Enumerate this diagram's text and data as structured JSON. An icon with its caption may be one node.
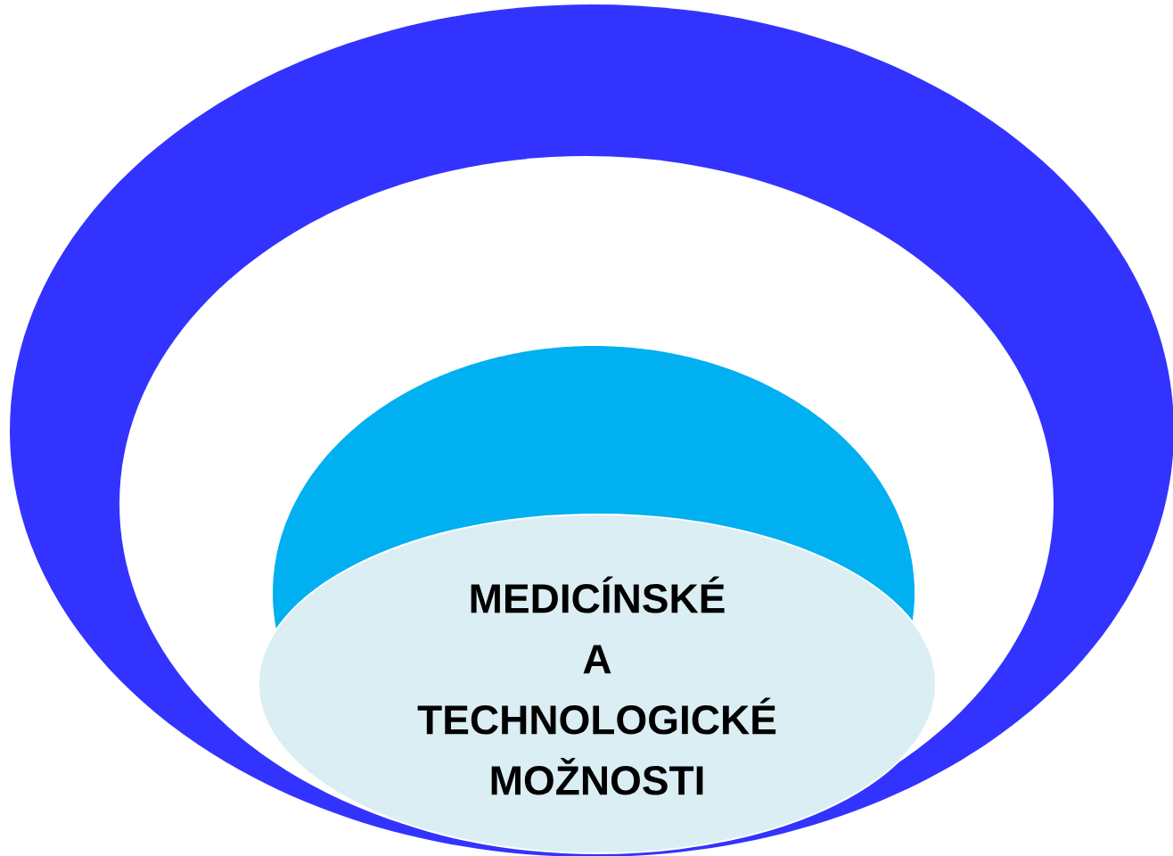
{
  "diagram": {
    "nodes": [
      {
        "text": [],
        "shape": "ring"
      },
      {
        "text": [],
        "shape": "ellipse",
        "in": 0
      },
      {
        "text": [
          "MEDICÍNSKÉ A TECHNOLOGICKÉ MOŽNOSTI"
        ],
        "in": 0
      }
    ]
  }
}
